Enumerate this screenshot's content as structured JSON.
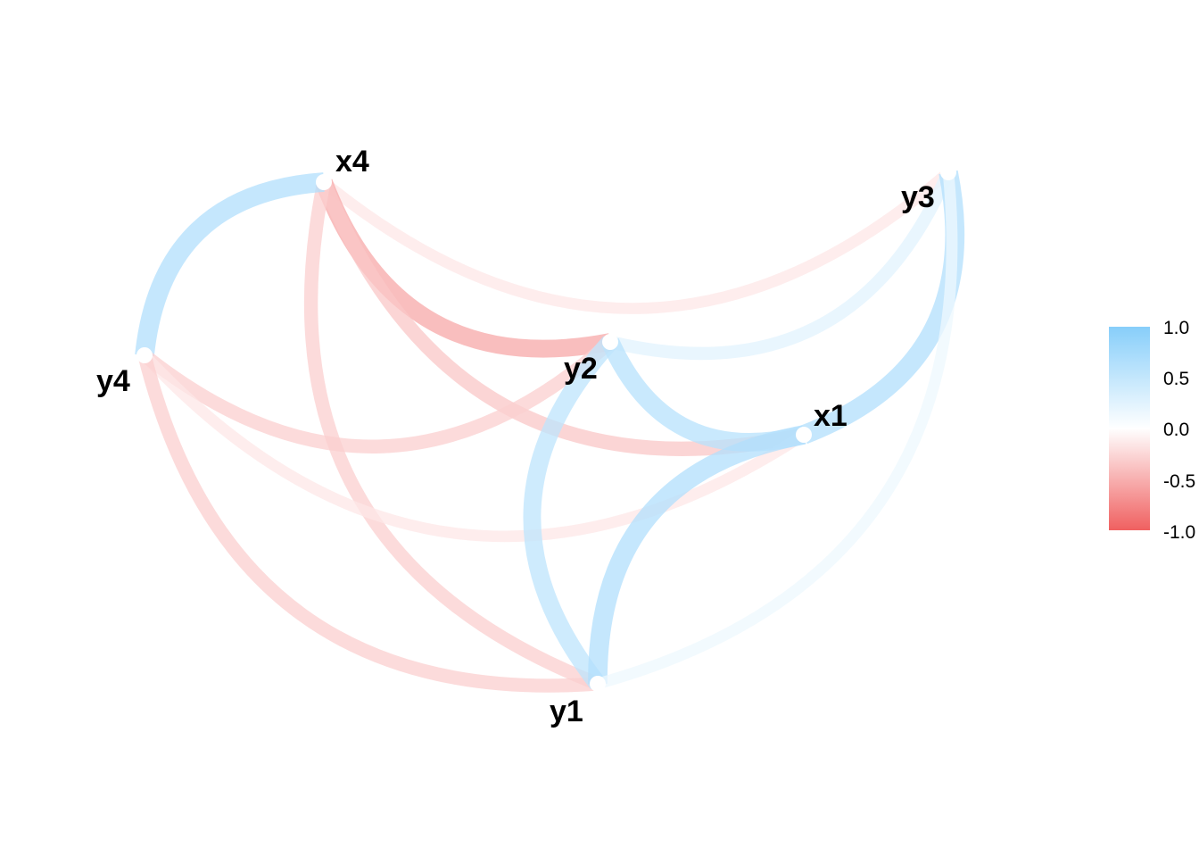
{
  "colors": {
    "positive": "#87CEFA",
    "neutral": "#FFFFFF",
    "negative": "#F06060",
    "node_fill": "#FFFFFF",
    "label": "#000000"
  },
  "nodes": [
    {
      "id": "x4",
      "label": "x4"
    },
    {
      "id": "y3",
      "label": "y3"
    },
    {
      "id": "y4",
      "label": "y4"
    },
    {
      "id": "y2",
      "label": "y2"
    },
    {
      "id": "x1",
      "label": "x1"
    },
    {
      "id": "y1",
      "label": "y1"
    }
  ],
  "edges": [
    {
      "from": "x4",
      "to": "y3",
      "correlation": -0.15
    },
    {
      "from": "x4",
      "to": "y2",
      "correlation": -0.55
    },
    {
      "from": "x4",
      "to": "x1",
      "correlation": -0.35
    },
    {
      "from": "x4",
      "to": "y1",
      "correlation": -0.3
    },
    {
      "from": "x4",
      "to": "y4",
      "correlation": 0.65
    },
    {
      "from": "y4",
      "to": "y2",
      "correlation": -0.3
    },
    {
      "from": "y4",
      "to": "x1",
      "correlation": -0.15
    },
    {
      "from": "y4",
      "to": "y1",
      "correlation": -0.3
    },
    {
      "from": "y2",
      "to": "y3",
      "correlation": 0.25
    },
    {
      "from": "y2",
      "to": "x1",
      "correlation": 0.6
    },
    {
      "from": "y2",
      "to": "y1",
      "correlation": 0.55
    },
    {
      "from": "x1",
      "to": "y3",
      "correlation": 0.65
    },
    {
      "from": "x1",
      "to": "y1",
      "correlation": 0.65
    },
    {
      "from": "y1",
      "to": "y3",
      "correlation": 0.15
    }
  ],
  "legend": {
    "min": -1.0,
    "max": 1.0,
    "ticks": [
      "1.0",
      "0.5",
      "0.0",
      "-0.5",
      "-1.0"
    ]
  }
}
